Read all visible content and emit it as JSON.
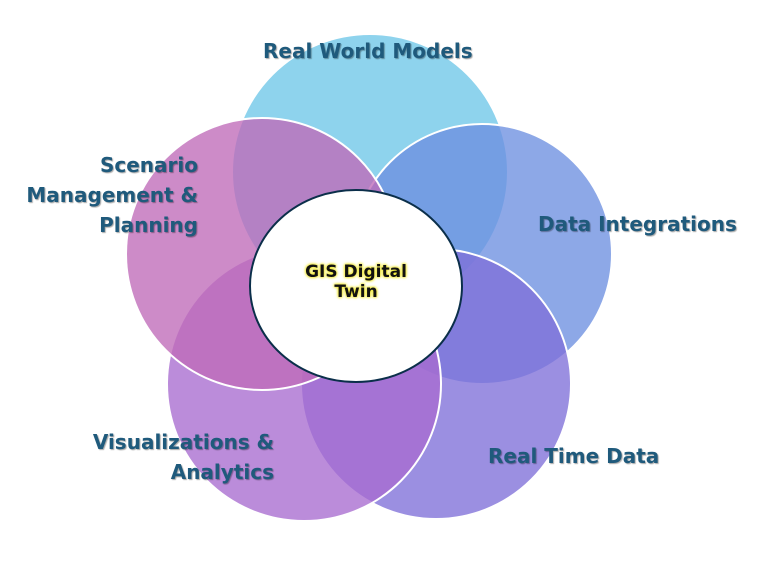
{
  "diagram": {
    "center": {
      "line1": "GIS Digital",
      "line2": "Twin"
    },
    "petals": [
      {
        "lines": [
          "Real World Models"
        ],
        "color": "#6ec6e8"
      },
      {
        "lines": [
          "Data Integrations"
        ],
        "color": "#6d8fe0"
      },
      {
        "lines": [
          "Real Time Data"
        ],
        "color": "#7f6fd8"
      },
      {
        "lines": [
          "Visualizations &",
          "Analytics"
        ],
        "color": "#a86ccf"
      },
      {
        "lines": [
          "Scenario",
          "Management &",
          "Planning"
        ],
        "color": "#bf6ab8"
      }
    ],
    "label_color": "#1f5a7c",
    "center_fill": "#ffffff",
    "center_stroke": "#0b2f4a"
  }
}
